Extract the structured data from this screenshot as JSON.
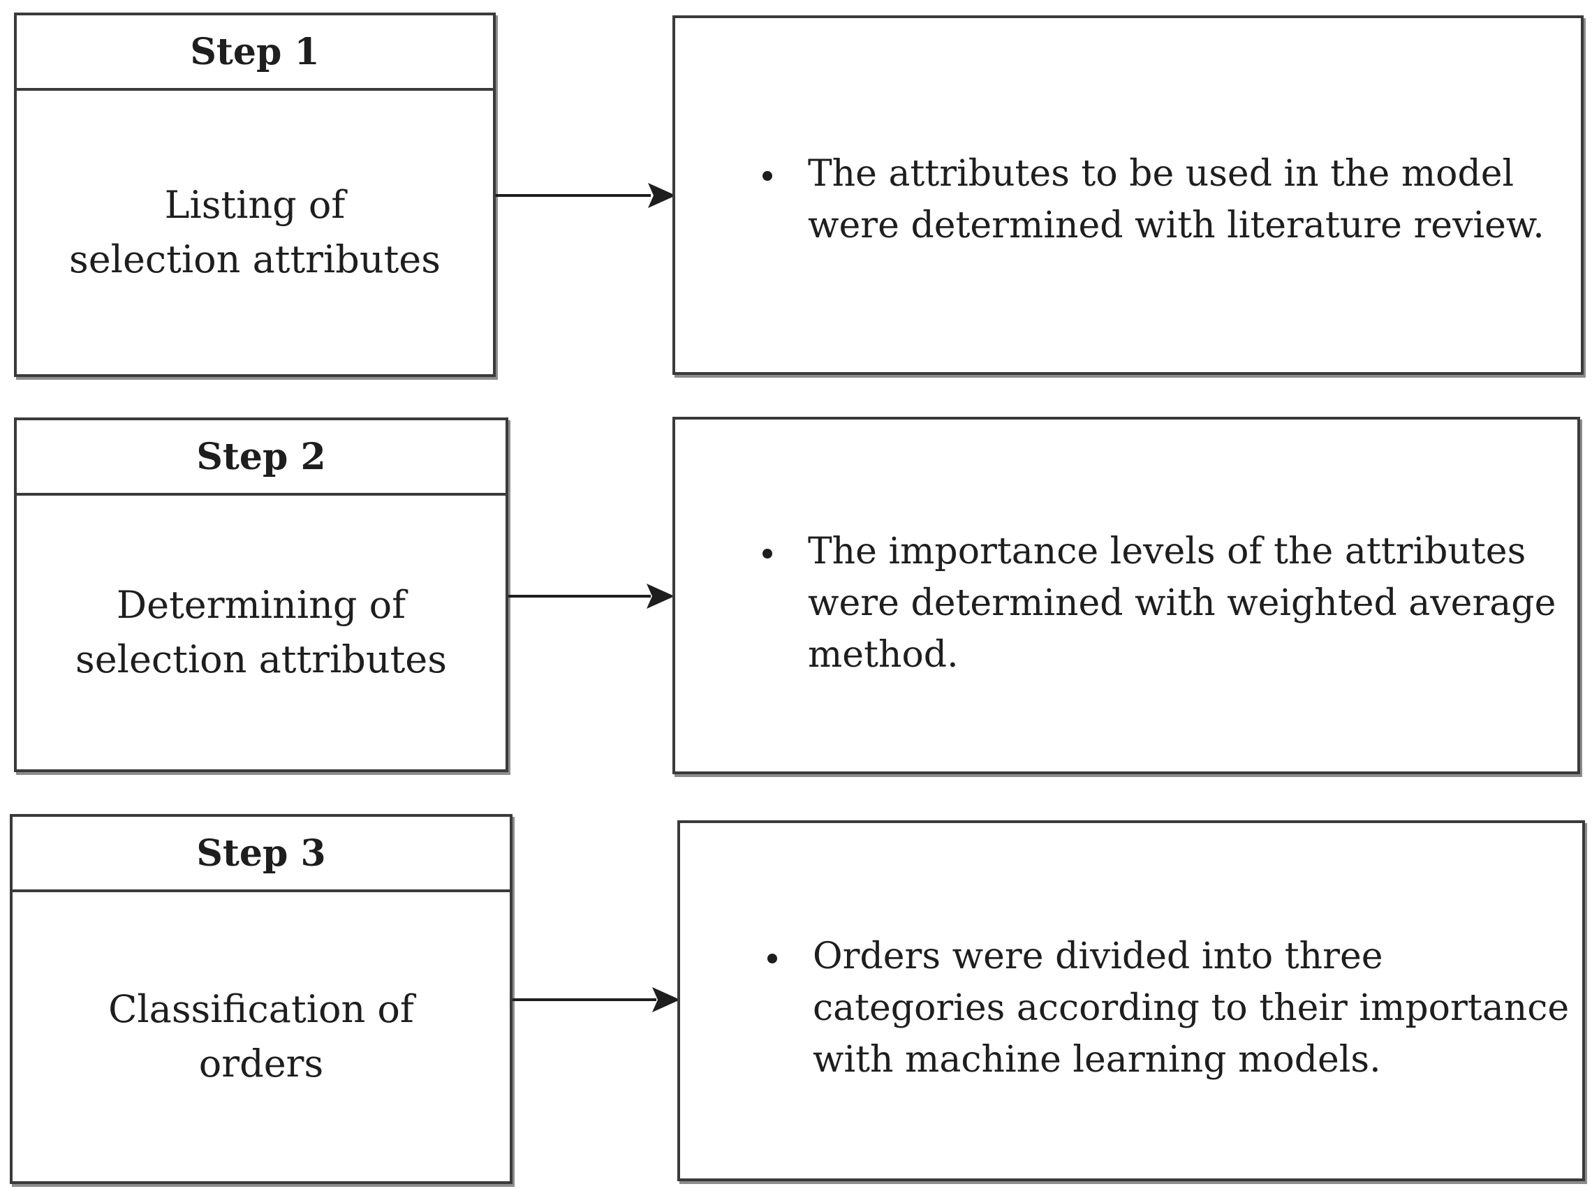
{
  "steps": [
    {
      "header": "Step 1",
      "title_lines": [
        "Listing of",
        "selection attributes"
      ],
      "description": "The attributes to be used in the model were determined with literature review."
    },
    {
      "header": "Step 2",
      "title_lines": [
        "Determining of",
        "selection attributes"
      ],
      "description": "The importance levels of the attributes were determined with weighted average method."
    },
    {
      "header": "Step 3",
      "title_lines": [
        "Classification of",
        "orders"
      ],
      "description": "Orders were divided into three categories according to their importance with machine learning models."
    }
  ]
}
